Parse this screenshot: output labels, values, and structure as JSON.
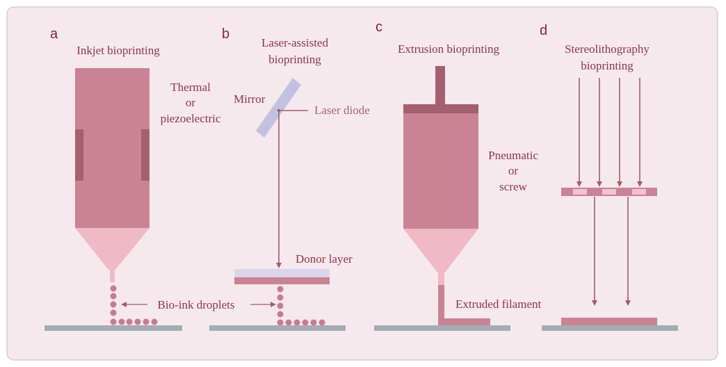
{
  "colors": {
    "panel_bg": "#f6e9ee",
    "panel_border": "#cfc4c8",
    "body": "#c98394",
    "dark": "#a4606f",
    "nozzle": "#f0b9c6",
    "droplet": "#c87a8e",
    "ground": "#a3adb3",
    "mirror": "#c2c2e0",
    "donor_top": "#d9d5ec",
    "text": "#8a3548",
    "arrow": "#a25a6c",
    "letter": "#7a2535"
  },
  "panels": {
    "a": {
      "letter": "a",
      "title": "Inkjet bioprinting",
      "mechanism": [
        "Thermal",
        "or",
        "piezoelectric"
      ]
    },
    "b": {
      "letter": "b",
      "title": [
        "Laser-assisted",
        "bioprinting"
      ],
      "mirror_label": "Mirror",
      "laser_label": "Laser diode",
      "donor_label": "Donor layer"
    },
    "c": {
      "letter": "c",
      "title": "Extrusion bioprinting",
      "mechanism": [
        "Pneumatic",
        "or",
        "screw"
      ],
      "filament_label": "Extruded filament"
    },
    "d": {
      "letter": "d",
      "title": [
        "Stereolithography",
        "bioprinting"
      ]
    }
  },
  "shared": {
    "droplets_label": "Bio-ink droplets"
  }
}
